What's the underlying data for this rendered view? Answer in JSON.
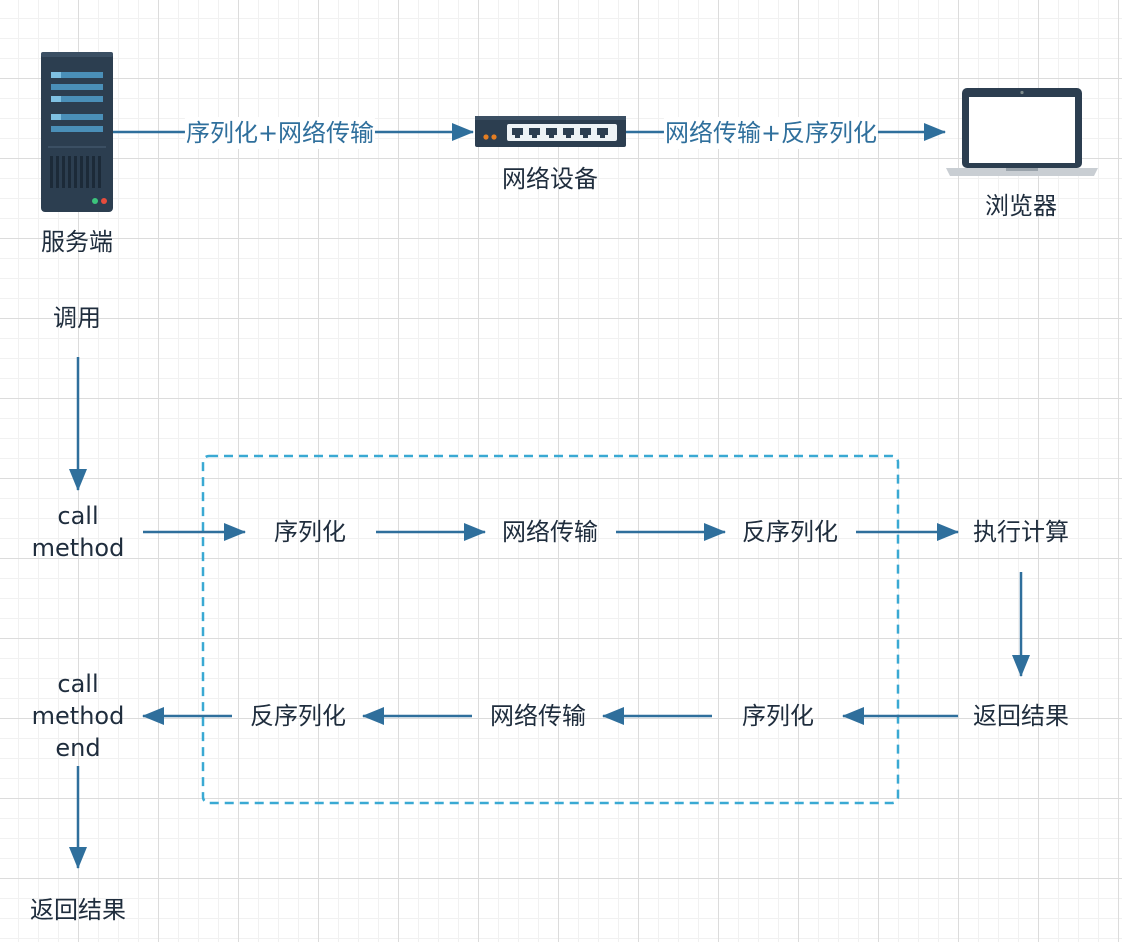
{
  "colors": {
    "arrow": "#2f6f9c",
    "text": "#1f2d3d",
    "edge_text": "#2f6f9c",
    "dashed_box": "#3aa9d3"
  },
  "top": {
    "server_label": "服务端",
    "server_to_device": "序列化+网络传输",
    "device_label": "网络设备",
    "device_to_browser": "网络传输+反序列化",
    "browser_label": "浏览器"
  },
  "flow": {
    "invoke": "调用",
    "call_method": "call\nmethod",
    "serialize_1": "序列化",
    "transmit_1": "网络传输",
    "deserialize_1": "反序列化",
    "execute": "执行计算",
    "return_1": "返回结果",
    "serialize_2": "序列化",
    "transmit_2": "网络传输",
    "deserialize_2": "反序列化",
    "call_method_end": "call\nmethod\nend",
    "return_final": "返回结果"
  },
  "icons": {
    "server": "server-icon",
    "network_device": "network-switch-icon",
    "browser": "laptop-icon"
  }
}
